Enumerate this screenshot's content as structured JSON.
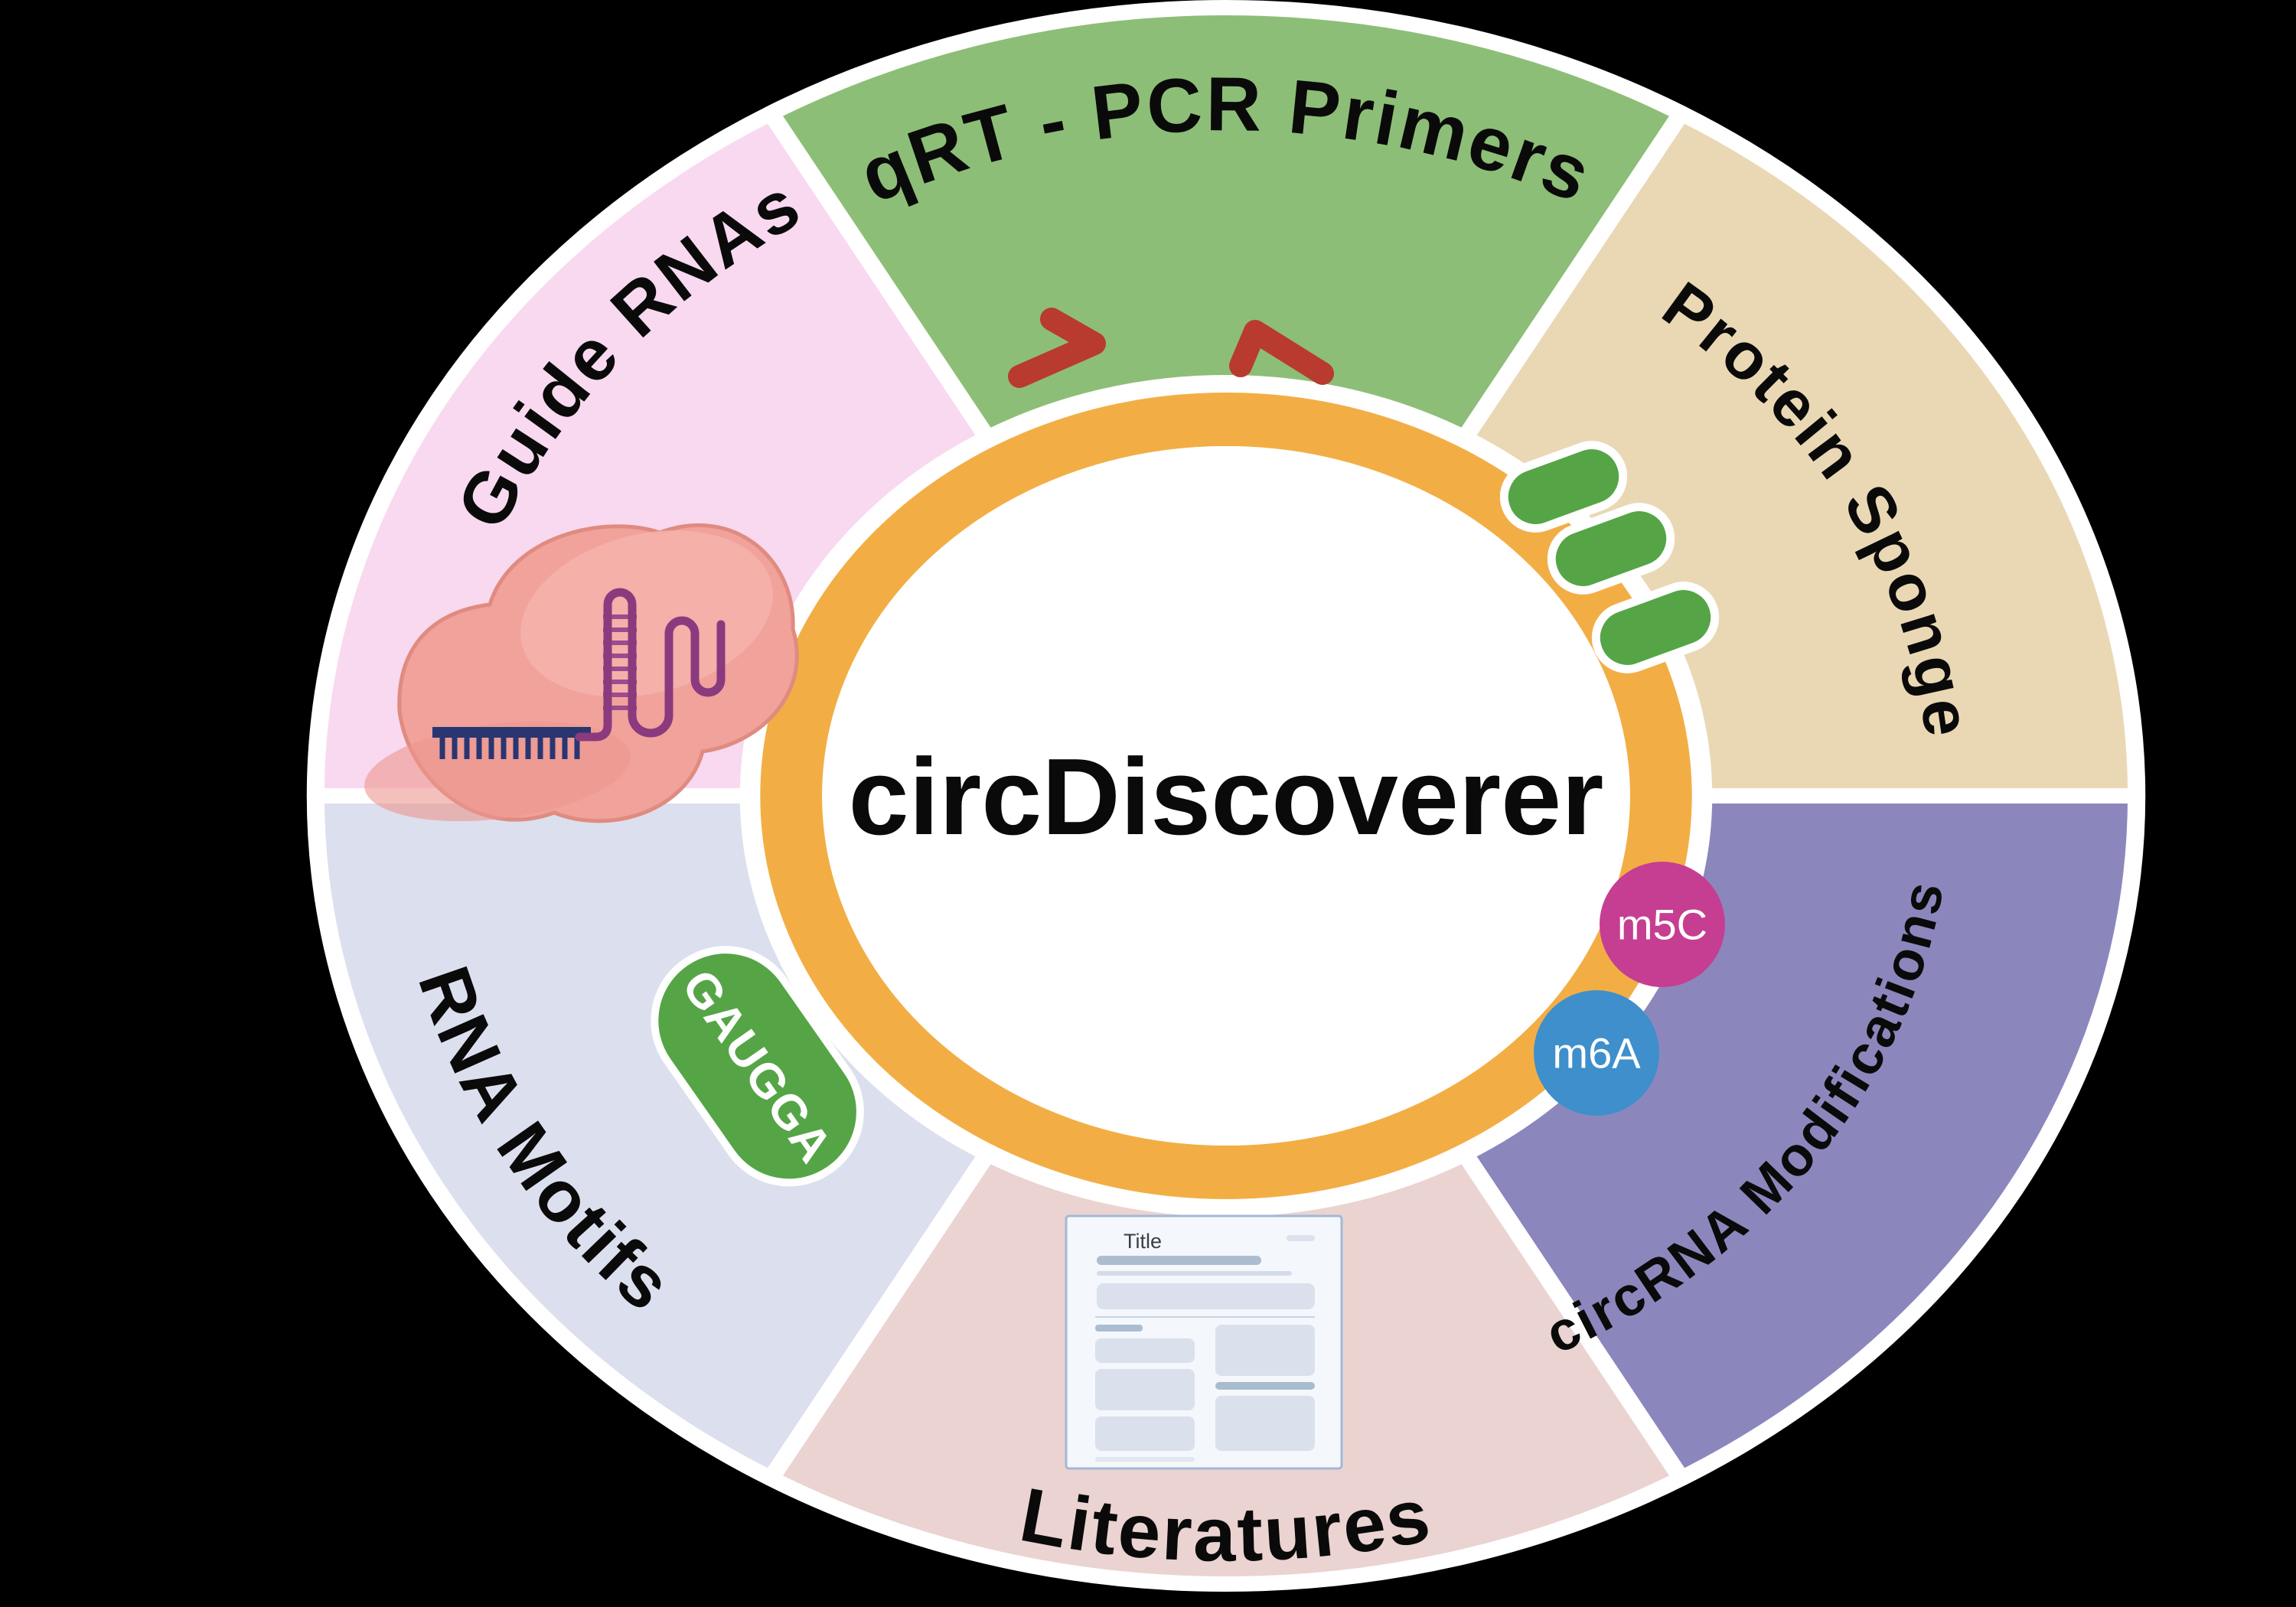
{
  "figure": {
    "title": "circDiscoverer",
    "background": "#000000",
    "center": {
      "fill": "#ffffff",
      "ring_color": "#F2AE45",
      "title_color": "#0a0a0a"
    },
    "segments": [
      {
        "id": "qrt-pcr-primers",
        "label": "qRT - PCR Primers",
        "color": "#8DBE77"
      },
      {
        "id": "protein-sponge",
        "label": "Protein Sponge",
        "color": "#EAD8B5"
      },
      {
        "id": "circrna-modifications",
        "label": "circRNA Modifications",
        "color": "#8B87BD"
      },
      {
        "id": "literatures",
        "label": "Literatures",
        "color": "#EAD3D0"
      },
      {
        "id": "rna-motifs",
        "label": "RNA Motifs",
        "color": "#DCDFEE"
      },
      {
        "id": "guide-rnas",
        "label": "Guide RNAs",
        "color": "#F8D9EF"
      }
    ],
    "icons": {
      "primers_color": "#B93A2F",
      "protein_pill_color": "#55A546",
      "m5c": {
        "label": "m5C",
        "color": "#C53E92"
      },
      "m6a": {
        "label": "m6A",
        "color": "#3E8FCB"
      },
      "motif": {
        "label": "GAUGGA",
        "color": "#55A546"
      },
      "document": {
        "title": "Title"
      }
    }
  }
}
